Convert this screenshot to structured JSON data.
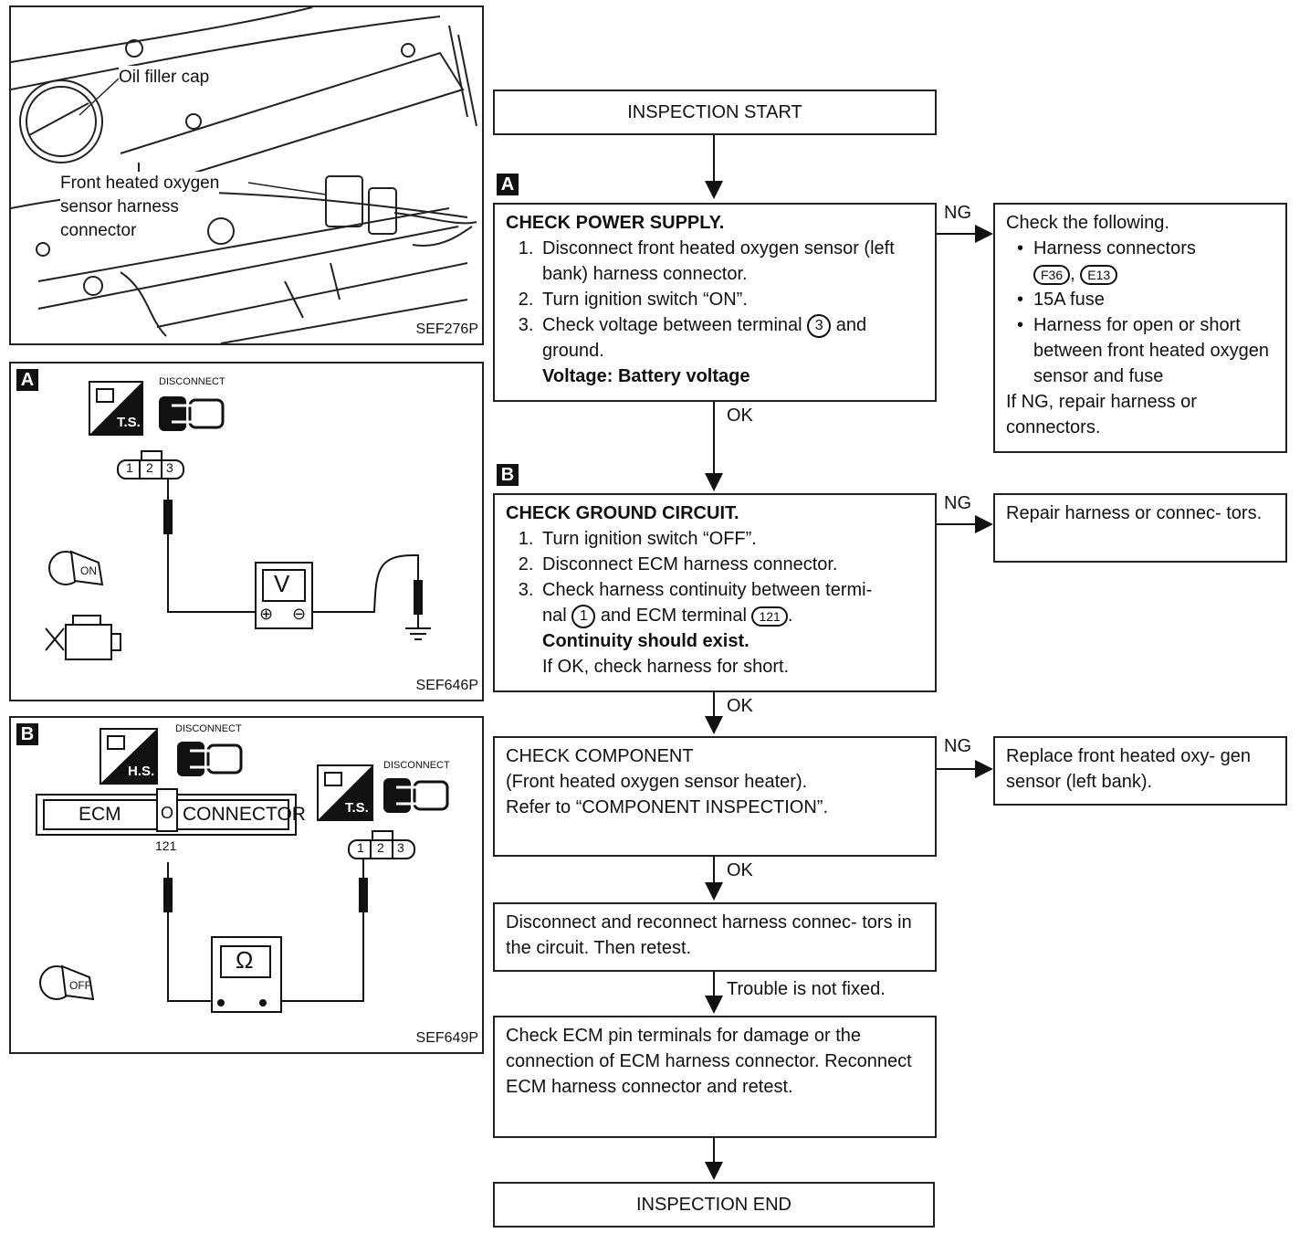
{
  "figure_top": {
    "callouts": [
      "Oil filler cap",
      "Front heated oxygen",
      "sensor harness",
      "connector"
    ],
    "code": "SEF276P"
  },
  "figure_a": {
    "tag": "A",
    "ts_label": "T.S.",
    "disconnect": "DISCONNECT",
    "pins": [
      "1",
      "2",
      "3"
    ],
    "meter": "V",
    "meter_plus": "⊕",
    "meter_minus": "⊖",
    "key": "ON",
    "code": "SEF646P"
  },
  "figure_b": {
    "tag": "B",
    "hs_label": "H.S.",
    "ts_label": "T.S.",
    "disconnect_1": "DISCONNECT",
    "disconnect_2": "DISCONNECT",
    "ecm": "ECM",
    "ecm_pin": "O",
    "connector": "CONNECTOR",
    "ecm_terminal": "121",
    "pins": [
      "1",
      "2",
      "3"
    ],
    "meter": "Ω",
    "key": "OFF",
    "code": "SEF649P"
  },
  "flow": {
    "start": "INSPECTION START",
    "step_a": {
      "tag": "A",
      "title": "CHECK POWER SUPPLY.",
      "items": [
        "Disconnect front heated oxygen sensor (left bank) harness connector.",
        "Turn ignition switch “ON”.",
        "Check voltage between terminal"
      ],
      "terminal": "3",
      "item3_end": "and ground.",
      "spec": "Voltage: Battery voltage",
      "ng": "NG",
      "ok": "OK"
    },
    "ng_a": {
      "title": "Check the following.",
      "bullet1": "Harness connectors",
      "conn1": "F36",
      "sep": ",",
      "conn2": "E13",
      "bullet2": "15A fuse",
      "bullet3": "Harness for open or short between front heated oxygen sensor and fuse",
      "footer": "If NG, repair harness or connectors."
    },
    "step_b": {
      "tag": "B",
      "title": "CHECK GROUND CIRCUIT.",
      "items": [
        "Turn ignition switch “OFF”.",
        "Disconnect ECM harness connector.",
        "Check harness continuity between termi-"
      ],
      "nal": "nal",
      "terminal": "1",
      "mid": "and ECM terminal",
      "ecm_terminal": "121",
      "end": ".",
      "spec": "Continuity should exist.",
      "note": "If OK, check harness for short.",
      "ng": "NG",
      "ok": "OK"
    },
    "ng_b": "Repair harness or connec- tors.",
    "step_c": {
      "line1": "CHECK COMPONENT",
      "line2": "(Front heated oxygen sensor heater).",
      "line3": "Refer to “COMPONENT INSPECTION”.",
      "ng": "NG",
      "ok": "OK"
    },
    "ng_c": "Replace front heated oxy- gen sensor (left bank).",
    "step_d": {
      "text": "Disconnect and reconnect harness connec- tors in the circuit. Then retest.",
      "out": "Trouble is not fixed."
    },
    "step_e": "Check ECM pin terminals for damage or the connection of ECM harness connector. Reconnect ECM harness connector and retest.",
    "end": "INSPECTION END"
  }
}
